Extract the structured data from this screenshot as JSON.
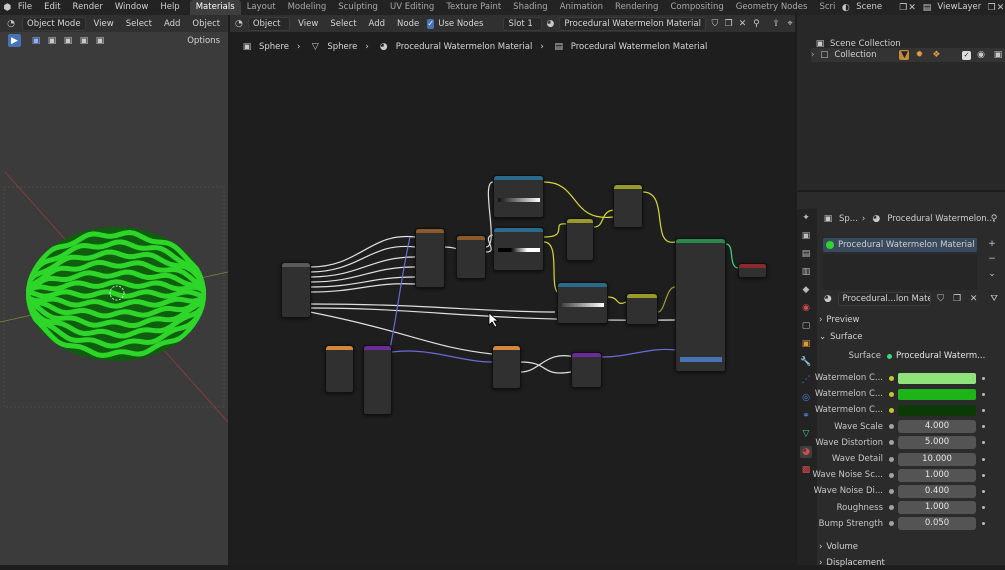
{
  "topbar": {
    "menus": [
      "File",
      "Edit",
      "Render",
      "Window",
      "Help"
    ],
    "workspaces": [
      "Materials",
      "Layout",
      "Modeling",
      "Sculpting",
      "UV Editing",
      "Texture Paint",
      "Shading",
      "Animation",
      "Rendering",
      "Compositing",
      "Geometry Nodes",
      "Scri"
    ],
    "active_workspace": "Materials",
    "scene": "Scene",
    "view_layer": "ViewLayer"
  },
  "viewport": {
    "mode": "Object Mode",
    "menus": [
      "View",
      "Select",
      "Add",
      "Object"
    ],
    "options": "Options"
  },
  "node_editor": {
    "object_label": "Object",
    "menus": [
      "View",
      "Select",
      "Add",
      "Node"
    ],
    "use_nodes": "Use Nodes",
    "slot": "Slot 1",
    "material": "Procedural Watermelon Material",
    "breadcrumb": [
      "Sphere",
      "Sphere",
      "Procedural Watermelon Material",
      "Procedural Watermelon Material"
    ]
  },
  "outliner": {
    "scene_collection": "Scene Collection",
    "collection": "Collection"
  },
  "properties": {
    "crumb_object": "Sp...",
    "crumb_material": "Procedural Watermelon...",
    "material_slot": "Procedural Watermelon Material",
    "material_name": "Procedural...lon Material",
    "preview": "Preview",
    "surface_section": "Surface",
    "surface_label": "Surface",
    "surface_value": "Procedural Waterm...",
    "volume": "Volume",
    "displacement": "Displacement",
    "fields": [
      {
        "label": "Watermelon C...",
        "type": "color",
        "color": "#90e27a"
      },
      {
        "label": "Watermelon C...",
        "type": "color",
        "color": "#1fb31a"
      },
      {
        "label": "Watermelon C...",
        "type": "color",
        "color": "#0c3a06"
      },
      {
        "label": "Wave Scale",
        "type": "number",
        "value": "4.000"
      },
      {
        "label": "Wave Distortion",
        "type": "number",
        "value": "5.000"
      },
      {
        "label": "Wave Detail",
        "type": "number",
        "value": "10.000"
      },
      {
        "label": "Wave Noise Sc...",
        "type": "number",
        "value": "1.000"
      },
      {
        "label": "Wave Noise Di...",
        "type": "number",
        "value": "0.400"
      },
      {
        "label": "Roughness",
        "type": "number",
        "value": "1.000"
      },
      {
        "label": "Bump Strength",
        "type": "number",
        "value": "0.050"
      }
    ]
  },
  "colors": {
    "accent": "#4772b3",
    "melon_light": "#2ed62a",
    "melon_dark": "#0f5e0d"
  }
}
